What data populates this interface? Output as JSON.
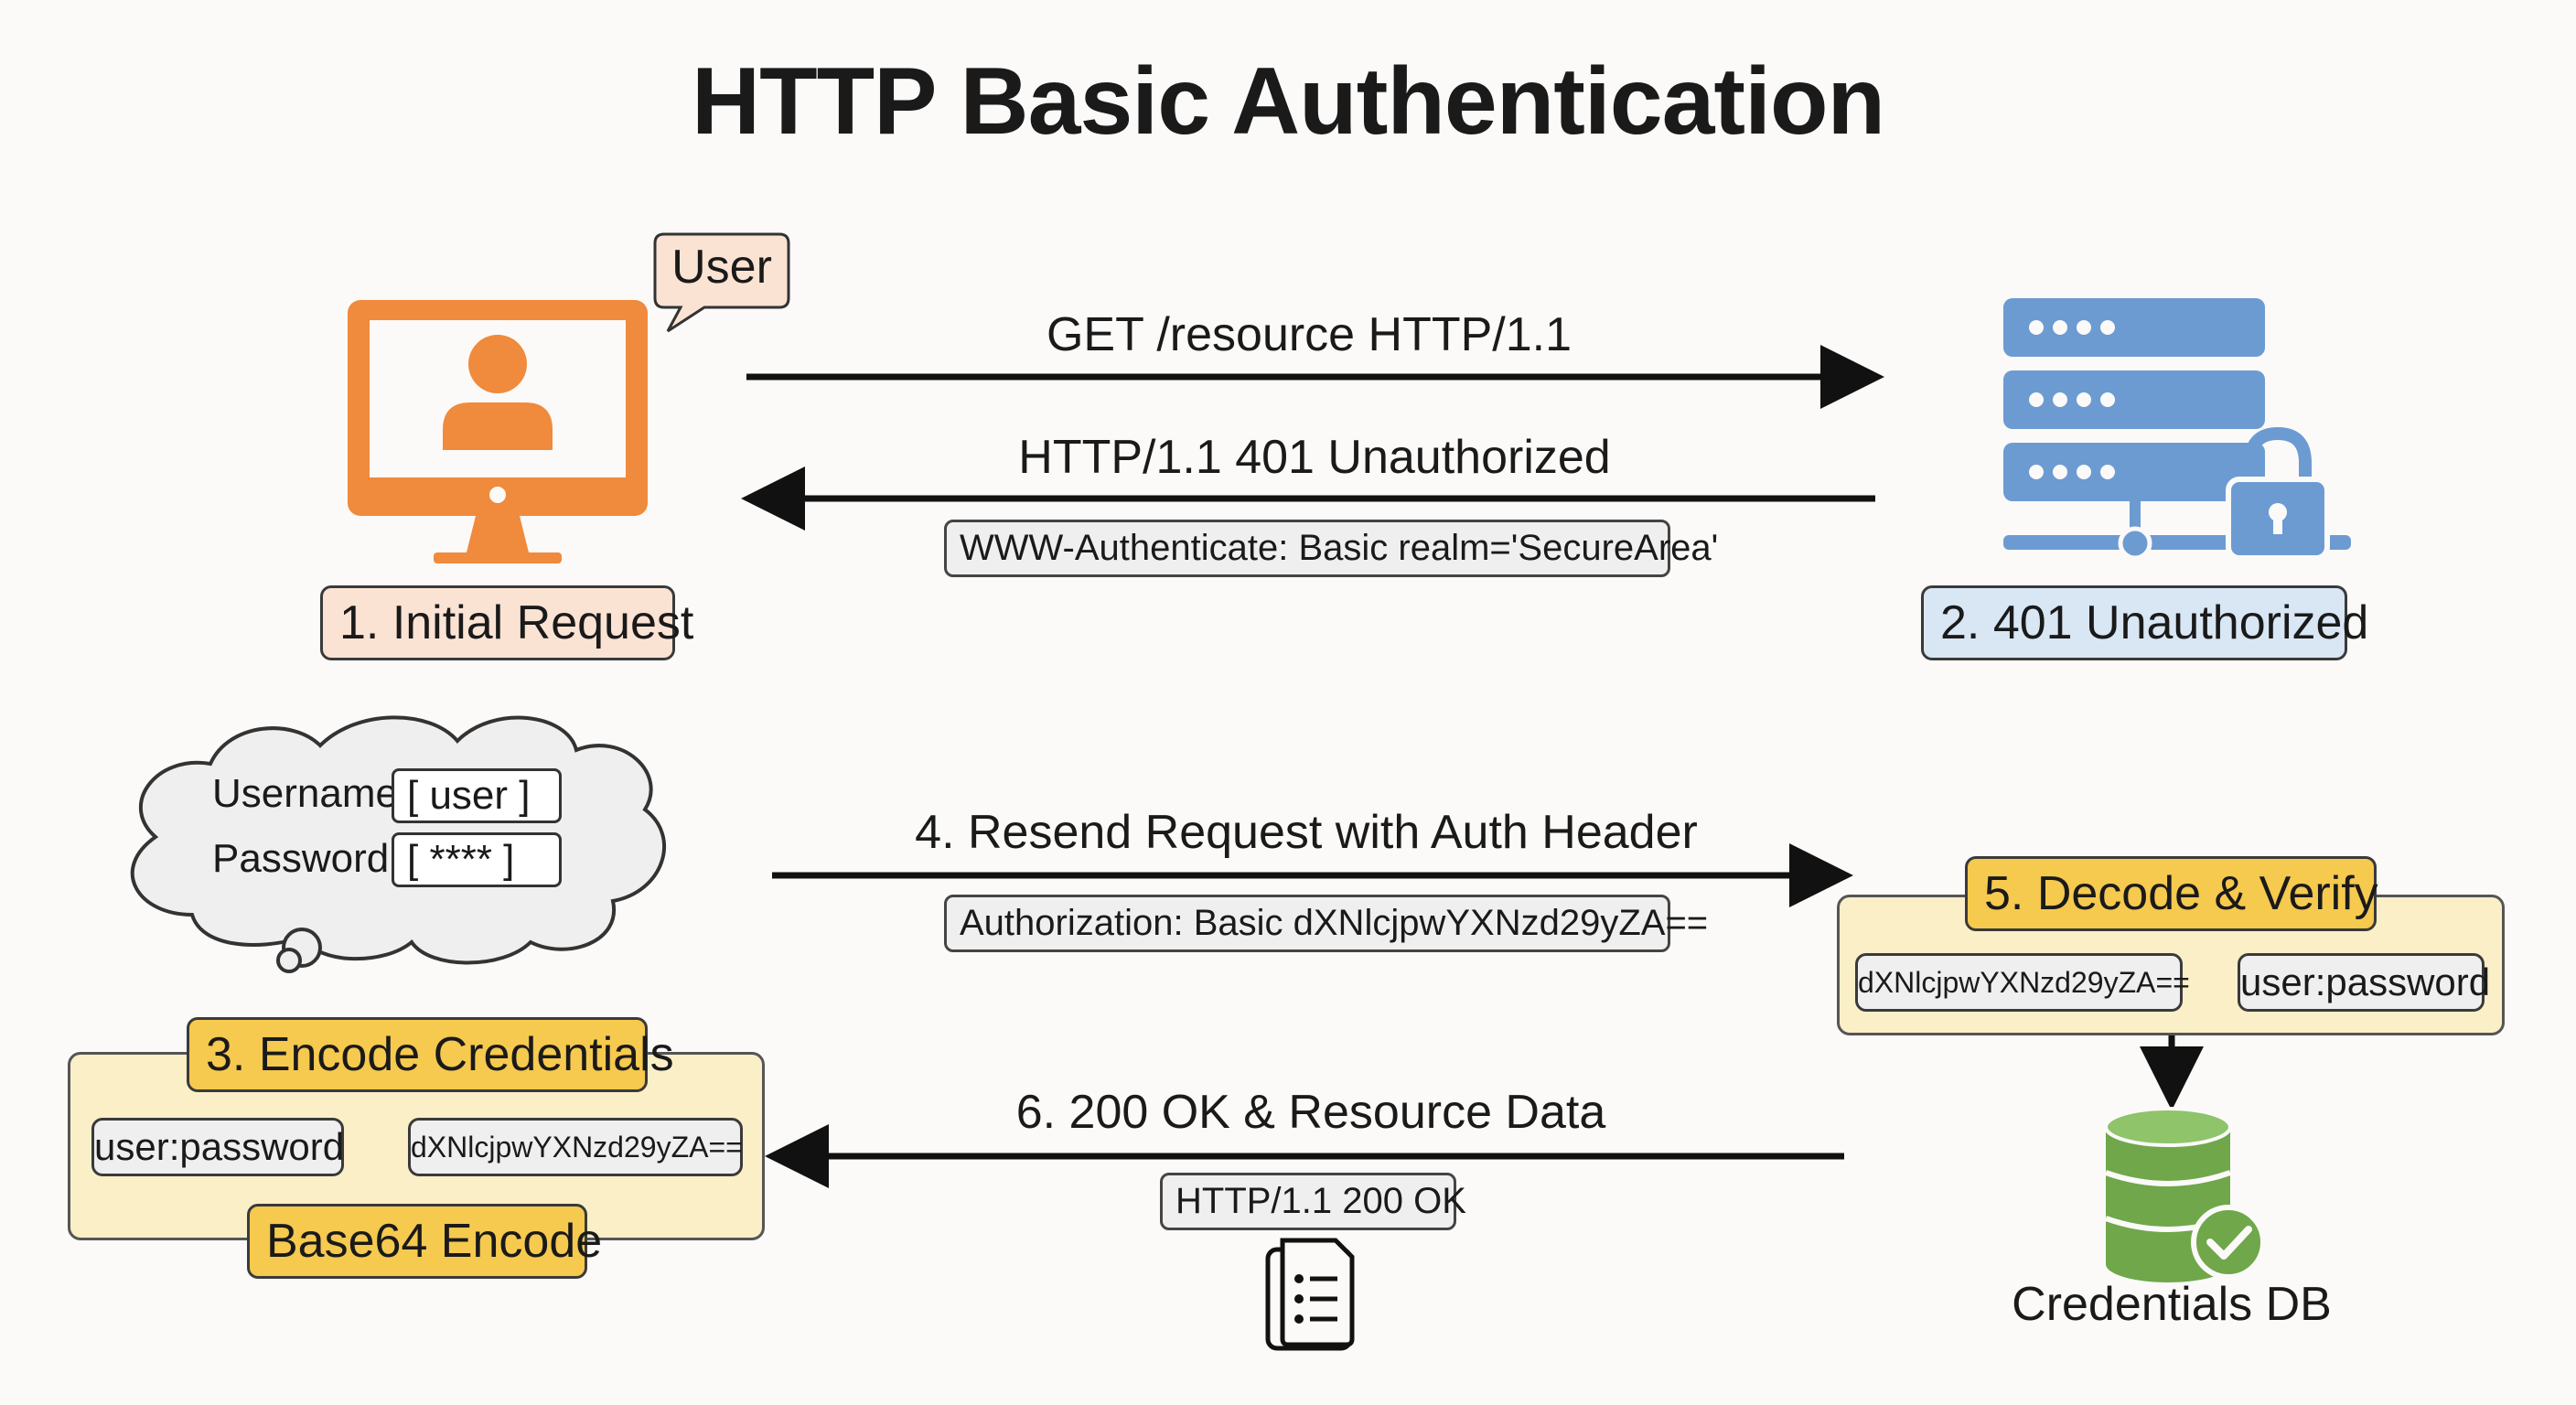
{
  "title": "HTTP Basic Authentication",
  "user_bubble": "User",
  "steps": {
    "s1": "1. Initial Request",
    "s2": "2. 401 Unauthorized",
    "s3": "3. Encode Credentials",
    "s4": "4. Resend Request with Auth Header",
    "s5": "5. Decode & Verify",
    "s6": "6. 200 OK & Resource Data"
  },
  "messages": {
    "request": "GET /resource HTTP/1.1",
    "response_401": "HTTP/1.1 401 Unauthorized",
    "www_authenticate": "WWW-Authenticate: Basic realm='SecureArea'",
    "authorization": "Authorization: Basic dXNlcjpwYXNzd29yZA==",
    "ok_status": "HTTP/1.1 200 OK"
  },
  "login_cloud": {
    "username_label": "Username:",
    "username_value": "[ user ]",
    "password_label": "Password:",
    "password_value": "[ **** ]"
  },
  "encode_panel": {
    "plain": "user:password",
    "encoded": "dXNlcjpwYXNzd29yZA==",
    "footer": "Base64 Encode"
  },
  "decode_panel": {
    "encoded": "dXNlcjpwYXNzd29yZA==",
    "plain": "user:password"
  },
  "db_label": "Credentials DB",
  "colors": {
    "user_orange": "#f08a3c",
    "server_blue": "#6c9bd2",
    "db_green": "#6fa74a",
    "step_gold": "#f6c94f"
  }
}
